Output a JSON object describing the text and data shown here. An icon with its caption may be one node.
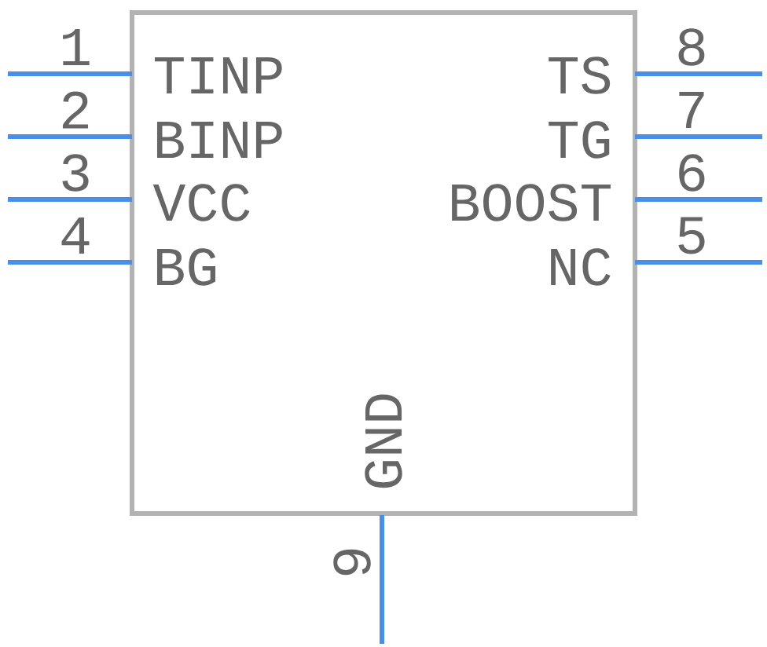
{
  "diagram": {
    "nodes": [
      {
        "text": [],
        "shape": "box"
      }
    ],
    "labels": [
      "1",
      "TINP",
      "TS",
      "8",
      "2",
      "BINP",
      "TG",
      "7",
      "3",
      "VCC",
      "BOOST",
      "6",
      "4",
      "BG",
      "NC",
      "5",
      "GND",
      "9"
    ]
  }
}
